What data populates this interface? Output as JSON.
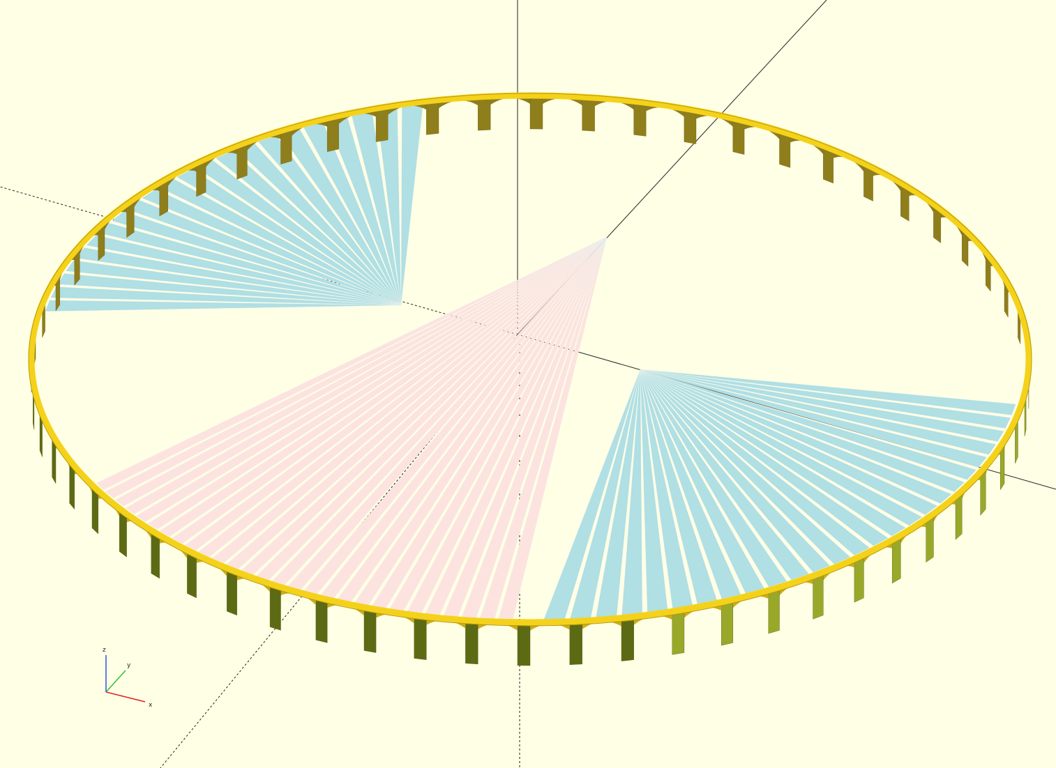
{
  "app": {
    "view": "3d-preview"
  },
  "colors": {
    "background": "#ffffe5",
    "ring_top": "#f5d21a",
    "ring_outer": "#c9ad1c",
    "ring_inner": "#8f7e1c",
    "pillar_light": "#9aa82a",
    "pillar_dark": "#5d6a14",
    "wedge_blue": "#b0dfe4",
    "wedge_pink": "#fde3e0",
    "axis_line": "#222222",
    "gizmo_x": "#e02020",
    "gizmo_y": "#30c030",
    "gizmo_z": "#3050e0"
  },
  "model": {
    "arch_count": 60,
    "wedge_groups": [
      {
        "name": "left-fan",
        "color": "blue",
        "count": 22
      },
      {
        "name": "center-fan",
        "color": "pink",
        "count": 28
      },
      {
        "name": "right-fan",
        "color": "blue",
        "count": 26
      }
    ]
  },
  "gizmo": {
    "x_label": "x",
    "y_label": "y",
    "z_label": "z"
  }
}
